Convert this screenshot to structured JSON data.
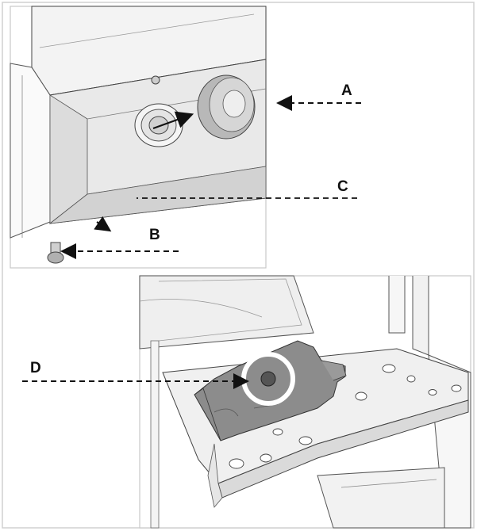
{
  "labels": {
    "a": "A",
    "b": "B",
    "c": "C",
    "d": "D"
  },
  "colors": {
    "panel_border": "#cfcfcf",
    "line": "#333333",
    "shading_light": "#ededed",
    "shading_mid": "#d9d9d9",
    "knob": "#bdbdbd",
    "filter_body": "#8a8a8a",
    "highlight_ring": "#ffffff",
    "arrow": "#111111"
  }
}
